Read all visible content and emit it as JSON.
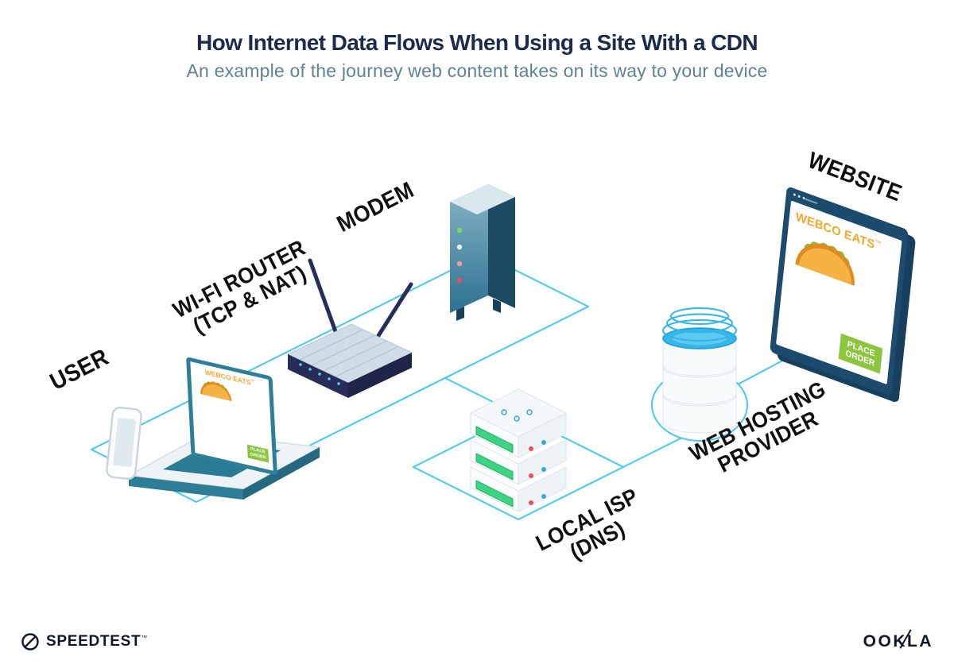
{
  "header": {
    "title": "How Internet Data Flows When Using a Site With a CDN",
    "subtitle": "An example of the journey web content takes on its way to your device"
  },
  "labels": {
    "user": "USER",
    "router_line1": "WI-FI ROUTER",
    "router_line2": "(TCP & NAT)",
    "modem": "MODEM",
    "isp_line1": "LOCAL ISP",
    "isp_line2": "(DNS)",
    "hosting_line1": "WEB HOSTING",
    "hosting_line2": "PROVIDER",
    "website": "WEBSITE"
  },
  "site_mock": {
    "brand": "WEBCO EATS",
    "brand_mark": "™",
    "cta_line1": "PLACE",
    "cta_line2": "ORDER"
  },
  "footer": {
    "speedtest": "SPEEDTEST",
    "speedtest_mark": "™",
    "ookla": "OOKLA"
  },
  "colors": {
    "line_cyan": "#45c8f1",
    "frame_navy": "#1d4b6e",
    "teal": "#2b7f99",
    "brand_orange": "#f7a823",
    "cta_green": "#8cc63f",
    "title_navy": "#1b2b4c",
    "subtitle_slate": "#5d8394"
  }
}
